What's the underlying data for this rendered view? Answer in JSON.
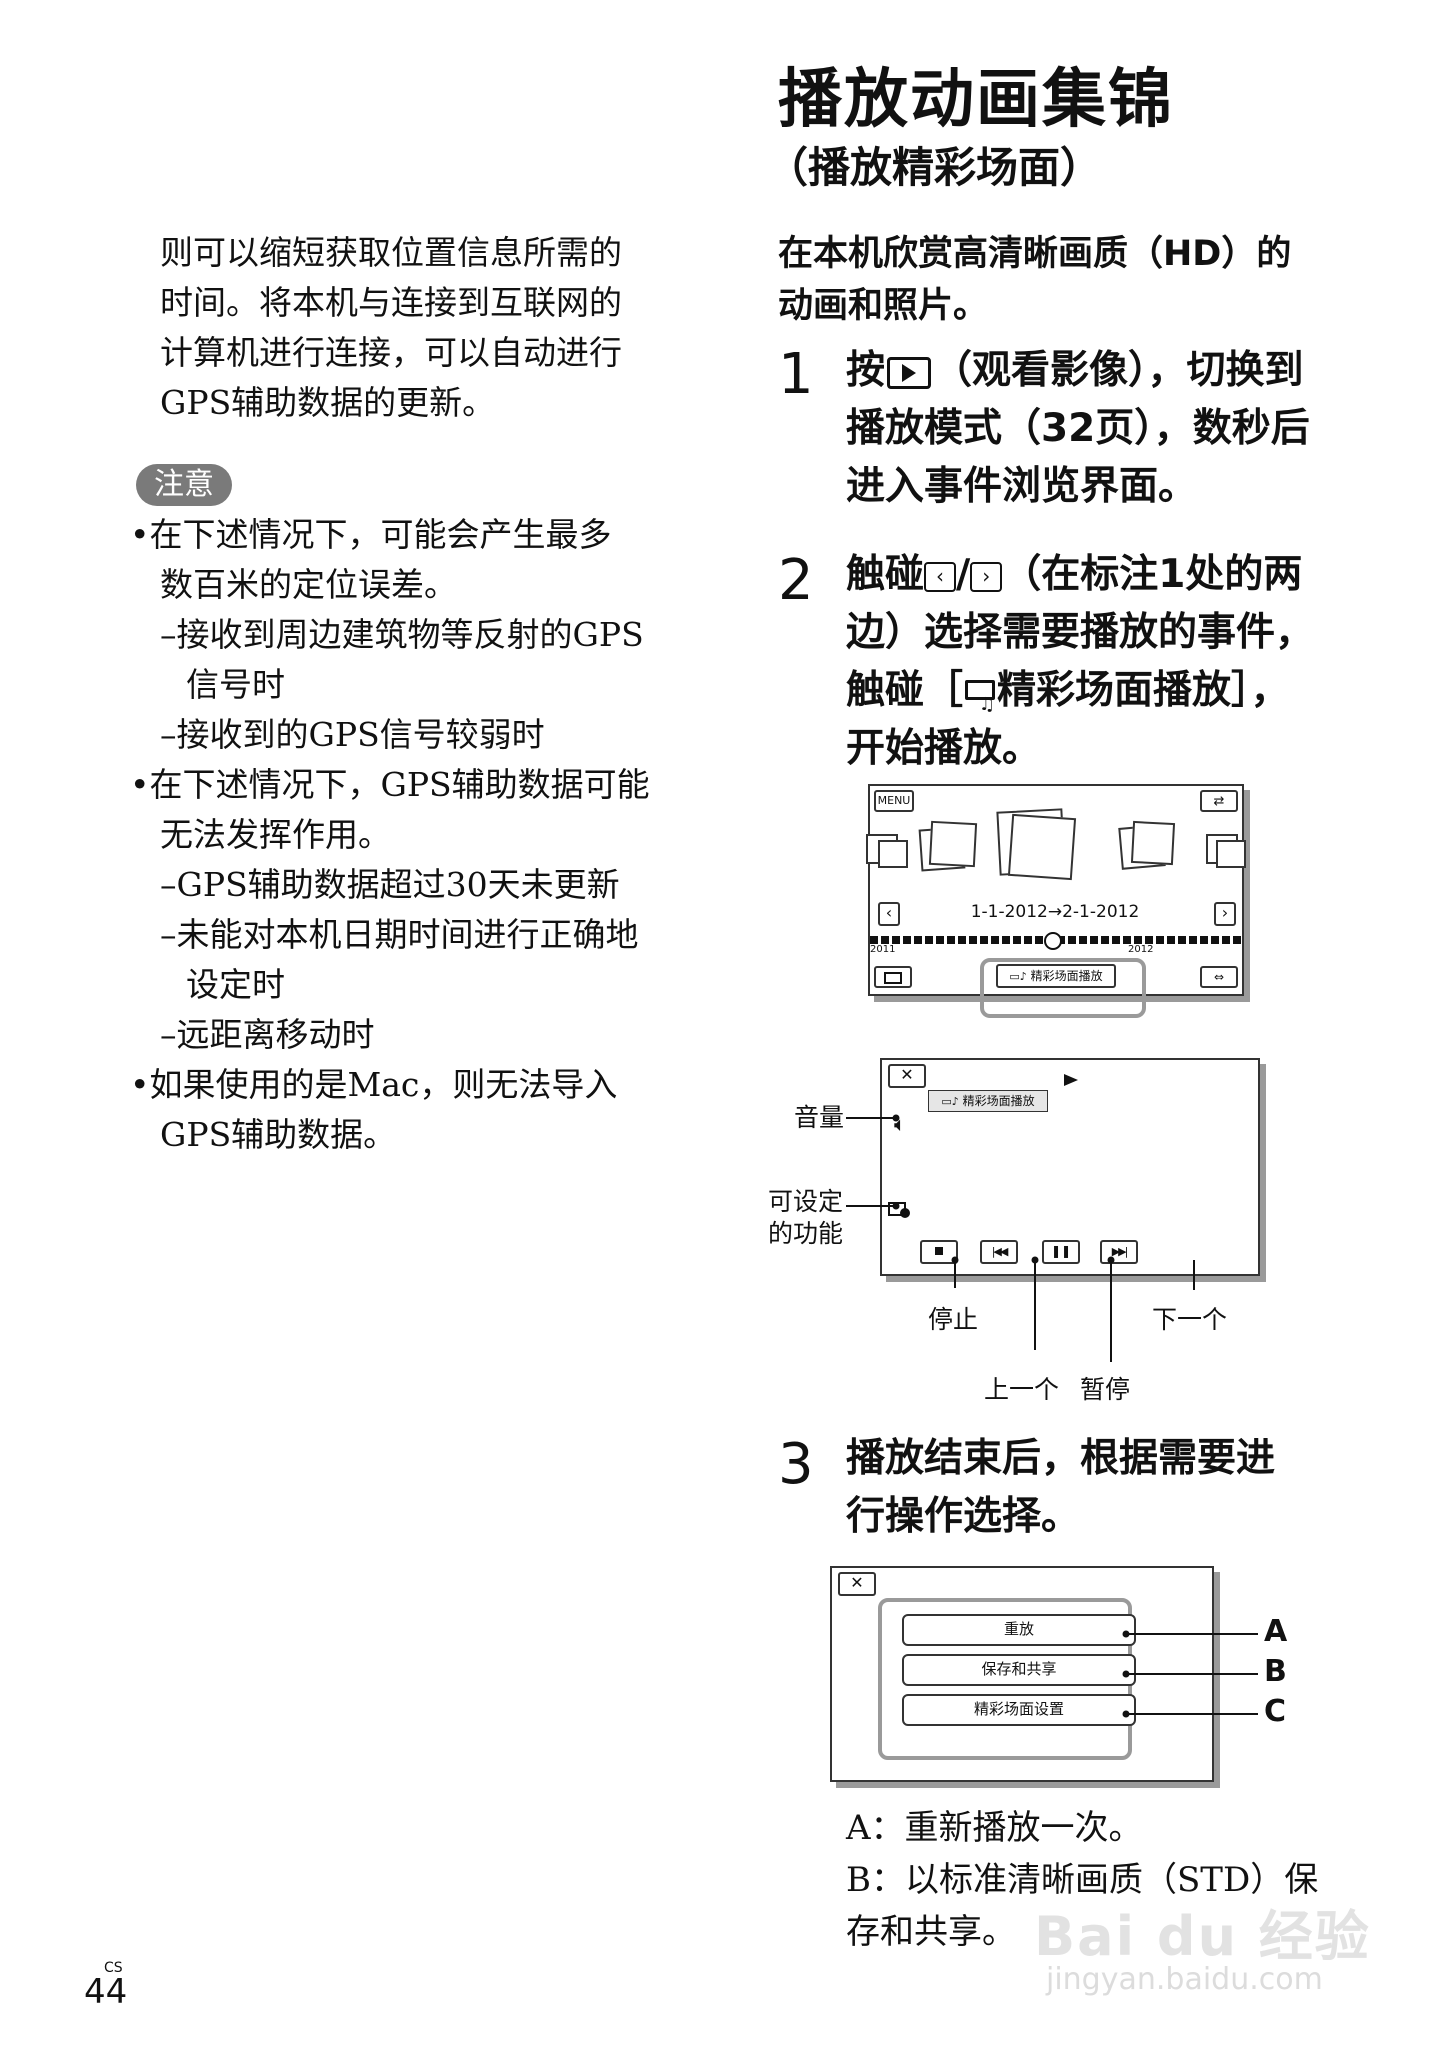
{
  "left": {
    "para_lines": [
      "则可以缩短获取位置信息所需的",
      "时间。将本机与连接到互联网的",
      "计算机进行连接，可以自动进行",
      "GPS辅助数据的更新。"
    ],
    "note_label": "注意",
    "bullet1_lines": [
      "•在下述情况下，可能会产生最多",
      "数百米的定位误差。"
    ],
    "dash1a_lines": [
      "–接收到周边建筑物等反射的GPS",
      "信号时"
    ],
    "dash1b": "–接收到的GPS信号较弱时",
    "bullet2_lines": [
      "•在下述情况下，GPS辅助数据可能",
      "无法发挥作用。"
    ],
    "dash2a": "–GPS辅助数据超过30天未更新",
    "dash2b_lines": [
      "–未能对本机日期时间进行正确地",
      "设定时"
    ],
    "dash2c": "–远距离移动时",
    "bullet3_lines": [
      "•如果使用的是Mac，则无法导入",
      "GPS辅助数据。"
    ]
  },
  "right": {
    "title": "播放动画集锦",
    "subtitle": "（播放精彩场面）",
    "intro_lines": [
      "在本机欣赏高清晰画质（HD）的",
      "动画和照片。"
    ],
    "step1": {
      "num": "1",
      "line1_pre": "按",
      "line1_post": "（观看影像），切换到",
      "line2": "播放模式（32页），数秒后",
      "line3": "进入事件浏览界面。"
    },
    "step2": {
      "num": "2",
      "line1_pre": "触碰",
      "line1_mid": "/",
      "line1_post": "（在标注1处的两",
      "line2": "边）选择需要播放的事件，",
      "line3_pre": "触碰［",
      "line3_post": "精彩场面播放］，",
      "line4": "开始播放。"
    },
    "step3": {
      "num": "3",
      "line1": "播放结束后，根据需要进",
      "line2": "行操作选择。"
    },
    "result_lines": [
      "A：重新播放一次。",
      "B：以标准清晰画质（STD）保",
      "存和共享。"
    ]
  },
  "screen1": {
    "menu_label": "MENU",
    "date_range": "1-1-2012→2-1-2012",
    "year_left": "2011",
    "year_right": "2012",
    "highlight_label": "精彩场面播放"
  },
  "screen2": {
    "highlight_label": "精彩场面播放",
    "volume_label": "音量",
    "settings_label_lines": [
      "可设定",
      "的功能"
    ],
    "stop_label": "停止",
    "next_label": "下一个",
    "prev_label": "上一个",
    "pause_label": "暂停"
  },
  "screen3": {
    "menu": [
      "重放",
      "保存和共享",
      "精彩场面设置"
    ],
    "letters": [
      "A",
      "B",
      "C"
    ]
  },
  "footer": {
    "page_lang": "CS",
    "page_number": "44",
    "watermark_brand": "Bai du 经验",
    "watermark_url": "jingyan.baidu.com"
  }
}
